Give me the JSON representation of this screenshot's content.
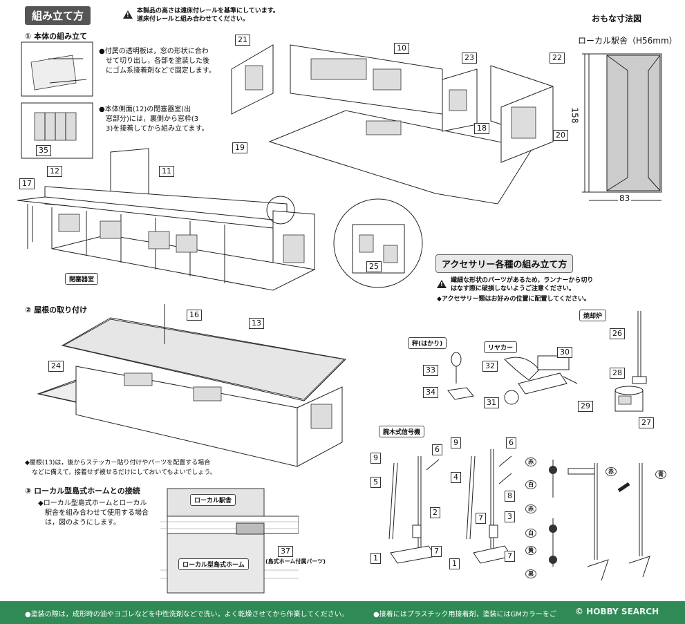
{
  "assembly": {
    "title": "組み立て方",
    "warning_line1": "本製品の高さは遠床付レールを基準にしています。",
    "warning_line2": "道床付レールと組み合わせてください。"
  },
  "step1": {
    "heading": "① 本体の組み立て",
    "note1_l1": "●付属の透明板は，窓の形状に合わ",
    "note1_l2": "せて切り出し，各部を塗装した後",
    "note1_l3": "にゴム系接着剤などで固定します。",
    "note2_l1": "●本体側面(12)の閉塞器室(出",
    "note2_l2": "窓部分)には，裏側から窓枠(3",
    "note2_l3": "3)を接着してから組み立てます。",
    "callout_label": "閉塞器室"
  },
  "step2": {
    "heading": "② 屋根の取り付け",
    "note_l1": "◆屋根(13)は，後からステッカー貼り付けやパーツを配置する場合",
    "note_l2": "などに備えて，接着せず被せるだけにしておいてもよいでしょう。"
  },
  "step3": {
    "heading": "③ ローカル型島式ホームとの接続",
    "note_l1": "◆ローカル型島式ホームとローカル",
    "note_l2": "駅舎を組み合わせて使用する場合",
    "note_l3": "は，図のようにします。",
    "label_station": "ローカル駅舎",
    "label_platform": "ローカル型島式ホーム",
    "label_part": "(島式ホーム付属パーツ)"
  },
  "dimensions": {
    "title": "おもな寸法図",
    "subtitle": "ローカル駅舎（H56mm）",
    "height": "158",
    "width": "83"
  },
  "accessories": {
    "title": "アクセサリー各種の組み立て方",
    "warn_l1": "繊細な形状のパーツがあるため，ランナーから切り",
    "warn_l2": "はなす際に破損しないようご注意ください。",
    "note": "◆アクセサリー類はお好みの位置に配置してください。",
    "scale": "秤(はかり)",
    "cart": "リヤカー",
    "incinerator": "焼却炉",
    "signal": "腕木式信号機",
    "red": "赤",
    "white": "白",
    "yellow": "黄",
    "black": "黒",
    "blue": "青"
  },
  "part_numbers": [
    "1",
    "2",
    "3",
    "4",
    "5",
    "6",
    "7",
    "8",
    "9",
    "10",
    "11",
    "12",
    "13",
    "16",
    "17",
    "18",
    "19",
    "20",
    "21",
    "22",
    "23",
    "24",
    "25",
    "26",
    "27",
    "28",
    "29",
    "30",
    "31",
    "32",
    "33",
    "34",
    "35",
    "37"
  ],
  "footer": {
    "left": "●塗装の際は，成形時の油やヨゴレなどを中性洗剤などで洗い，よく乾燥させてから作業してください。",
    "right": "●接着にはプラスチック用接着剤，塗装にはGMカラーをご",
    "watermark": "© HOBBY SEARCH"
  },
  "colors": {
    "footer_bg": "#2f8a55",
    "header_bg": "#555555"
  }
}
